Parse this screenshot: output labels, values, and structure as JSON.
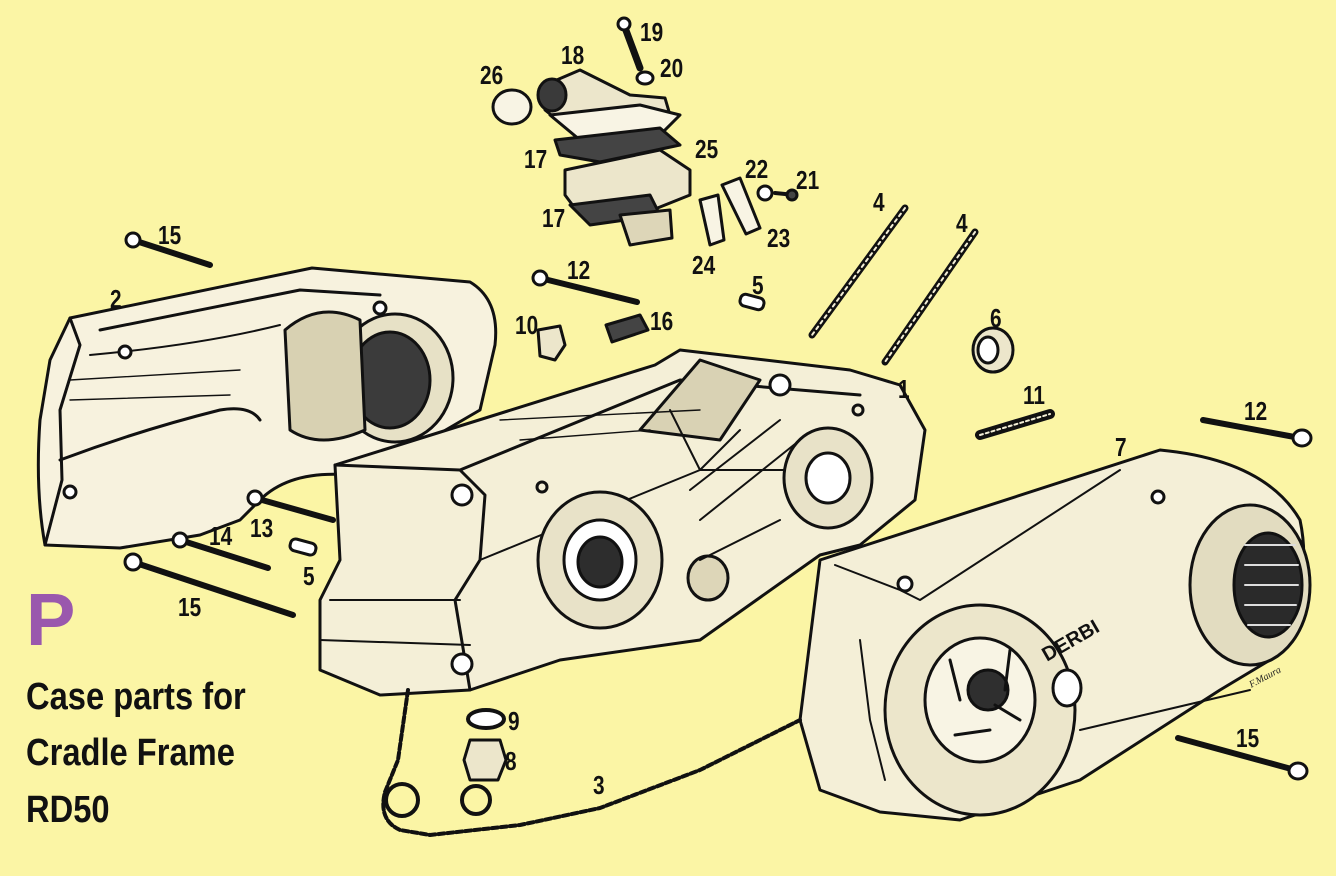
{
  "sheet": {
    "letter": "P",
    "caption_lines": [
      "Case parts for",
      "Cradle Frame",
      "RD50"
    ],
    "letter_color": "#9a58ad",
    "background": "#fbf5a5"
  },
  "labels": [
    "1",
    "2",
    "3",
    "4",
    "4",
    "5",
    "5",
    "6",
    "7",
    "8",
    "9",
    "10",
    "11",
    "12",
    "12",
    "13",
    "14",
    "15",
    "15",
    "15",
    "16",
    "17",
    "17",
    "18",
    "19",
    "20",
    "21",
    "22",
    "23",
    "24",
    "25",
    "26"
  ],
  "cover_brand": "DERBI"
}
